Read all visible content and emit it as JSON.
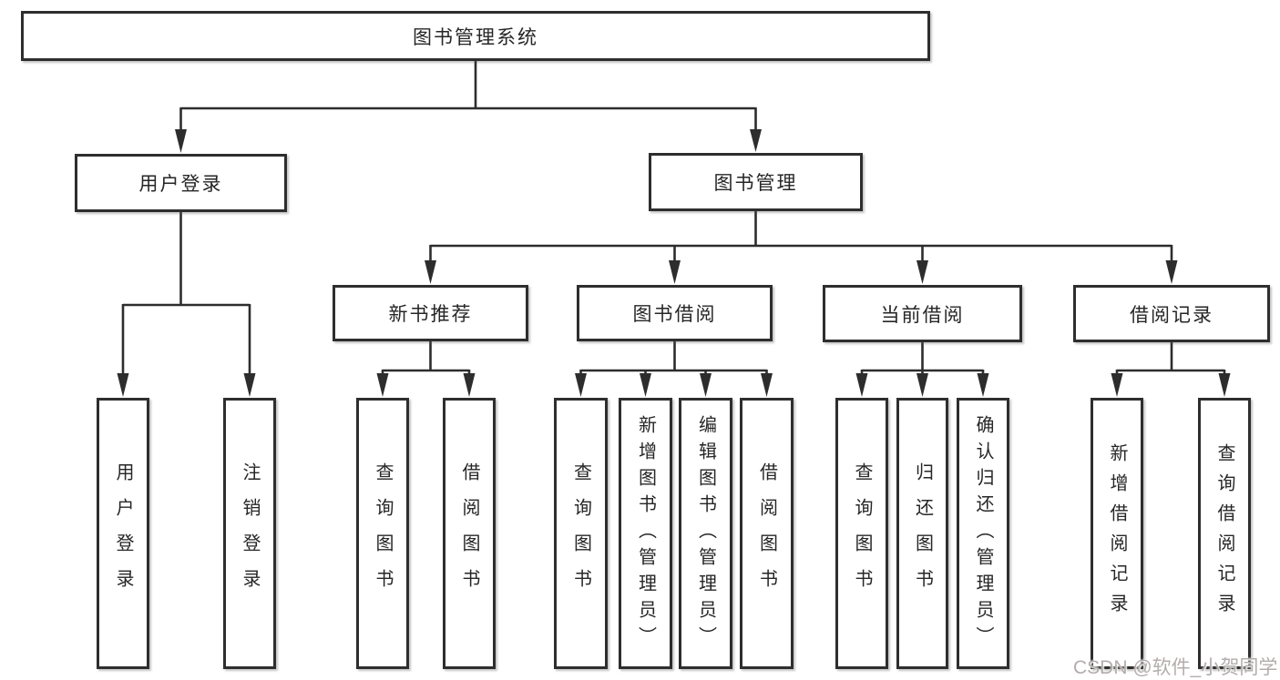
{
  "diagram": {
    "title": "图书管理系统",
    "type": "hierarchy-tree",
    "watermark": "CSDN @软件_小贺同学",
    "colors": {
      "background": "#ffffff",
      "box_border": "#2e2e2e",
      "connector": "#2d2d2d",
      "text": "#262626",
      "watermark": "#b0a8a8"
    }
  },
  "nodes": {
    "root": {
      "label": "图书管理系统"
    },
    "user_login": {
      "label": "用户登录"
    },
    "book_management": {
      "label": "图书管理"
    },
    "new_book_recommend": {
      "label": "新书推荐"
    },
    "book_borrowing": {
      "label": "图书借阅"
    },
    "current_borrowing": {
      "label": "当前借阅"
    },
    "borrowing_records": {
      "label": "借阅记录"
    },
    "leaf_user_login": {
      "label": "用户登录"
    },
    "leaf_logout": {
      "label": "注销登录"
    },
    "leaf_query_book_1": {
      "label": "查询图书"
    },
    "leaf_borrow_book_1": {
      "label": "借阅图书"
    },
    "leaf_query_book_2": {
      "label": "查询图书"
    },
    "leaf_add_book": {
      "label": "新增图书（管理员）"
    },
    "leaf_edit_book": {
      "label": "编辑图书（管理员）"
    },
    "leaf_borrow_book_2": {
      "label": "借阅图书"
    },
    "leaf_query_book_3": {
      "label": "查询图书"
    },
    "leaf_return_book": {
      "label": "归还图书"
    },
    "leaf_confirm_return": {
      "label": "确认归还（管理员）"
    },
    "leaf_add_record": {
      "label": "新增借阅记录"
    },
    "leaf_query_record": {
      "label": "查询借阅记录"
    }
  },
  "hierarchy": {
    "图书管理系统": {
      "用户登录": [
        "用户登录",
        "注销登录"
      ],
      "图书管理": {
        "新书推荐": [
          "查询图书",
          "借阅图书"
        ],
        "图书借阅": [
          "查询图书",
          "新增图书（管理员）",
          "编辑图书（管理员）",
          "借阅图书"
        ],
        "当前借阅": [
          "查询图书",
          "归还图书",
          "确认归还（管理员）"
        ],
        "借阅记录": [
          "新增借阅记录",
          "查询借阅记录"
        ]
      }
    }
  }
}
